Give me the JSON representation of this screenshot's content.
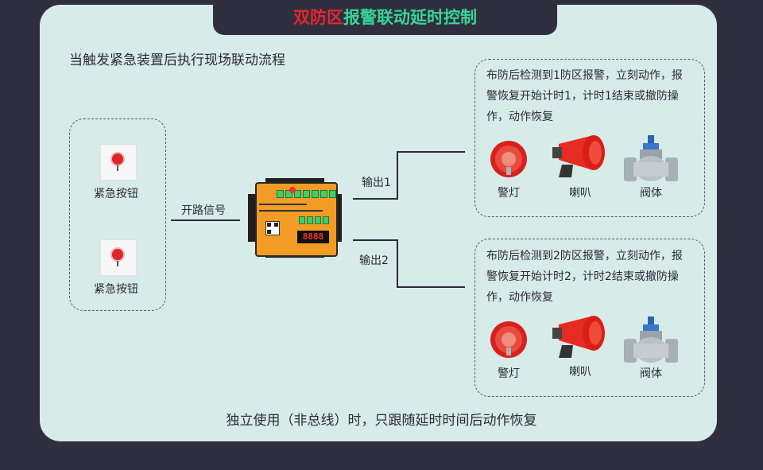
{
  "title": {
    "part1": "双防区",
    "part2": "报警联动延时控制"
  },
  "subtitle": "当触发紧急装置后执行现场联动流程",
  "inputs": [
    {
      "label": "紧急按钮"
    },
    {
      "label": "紧急按钮"
    }
  ],
  "signal_label": "开路信号",
  "device": {
    "display": "8888"
  },
  "outputs": [
    {
      "label": "输出1",
      "description": [
        "布防后检测到1防区报警，立刻动作，报",
        "警恢复开始计时1，计时1结束或撤防操",
        "作，动作恢复"
      ],
      "devices": [
        "警灯",
        "喇叭",
        "阀体"
      ]
    },
    {
      "label": "输出2",
      "description": [
        "布防后检测到2防区报警，立刻动作，报",
        "警恢复开始计时2，计时2结束或撤防操",
        "作，动作恢复"
      ],
      "devices": [
        "警灯",
        "喇叭",
        "阀体"
      ]
    }
  ],
  "footer": "独立使用（非总线）时，只跟随延时时间后动作恢复",
  "colors": {
    "background": "#302f3f",
    "panel": "#d7ebe8",
    "title_red": "#e8262e",
    "title_green": "#38d596",
    "device_body": "#f29b25"
  }
}
